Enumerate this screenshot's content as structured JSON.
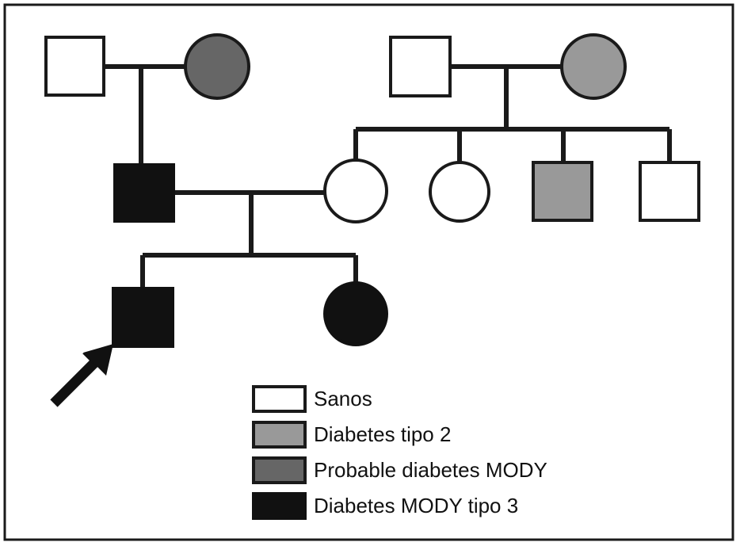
{
  "figure": {
    "type": "pedigree-chart",
    "title": "",
    "border_color": "#1a1a1a",
    "background": "#ffffff"
  },
  "palette": {
    "healthy": "#ffffff",
    "diabetes_type_2": "#999999",
    "probable_mody": "#666666",
    "mody_type_3": "#111111",
    "stroke": "#1a1a1a"
  },
  "legend": {
    "items": [
      {
        "label": "Sanos",
        "color": "#ffffff"
      },
      {
        "label": "Diabetes tipo 2",
        "color": "#999999"
      },
      {
        "label": "Probable diabetes MODY",
        "color": "#666666"
      },
      {
        "label": "Diabetes MODY tipo 3",
        "color": "#111111"
      }
    ]
  },
  "pedigree": {
    "generations": [
      {
        "id": "I",
        "individuals": [
          {
            "id": "I-1",
            "sex": "male",
            "shape": "square",
            "status": "Sanos",
            "color": "#ffffff"
          },
          {
            "id": "I-2",
            "sex": "female",
            "shape": "circle",
            "status": "Probable diabetes MODY",
            "color": "#666666"
          },
          {
            "id": "I-3",
            "sex": "male",
            "shape": "square",
            "status": "Sanos",
            "color": "#ffffff"
          },
          {
            "id": "I-4",
            "sex": "female",
            "shape": "circle",
            "status": "Diabetes tipo 2",
            "color": "#999999"
          }
        ]
      },
      {
        "id": "II",
        "individuals": [
          {
            "id": "II-1",
            "sex": "male",
            "shape": "square",
            "status": "Diabetes MODY tipo 3",
            "color": "#111111"
          },
          {
            "id": "II-2",
            "sex": "female",
            "shape": "circle",
            "status": "Sanos",
            "color": "#ffffff"
          },
          {
            "id": "II-3",
            "sex": "female",
            "shape": "circle",
            "status": "Sanos",
            "color": "#ffffff"
          },
          {
            "id": "II-4",
            "sex": "male",
            "shape": "square",
            "status": "Diabetes tipo 2",
            "color": "#999999"
          },
          {
            "id": "II-5",
            "sex": "male",
            "shape": "square",
            "status": "Sanos",
            "color": "#ffffff"
          }
        ]
      },
      {
        "id": "III",
        "individuals": [
          {
            "id": "III-1",
            "sex": "male",
            "shape": "square",
            "status": "Diabetes MODY tipo 3",
            "color": "#111111",
            "proband": true
          },
          {
            "id": "III-2",
            "sex": "female",
            "shape": "circle",
            "status": "Diabetes MODY tipo 3",
            "color": "#111111",
            "proband": false
          }
        ]
      }
    ],
    "proband_marker": "arrow"
  }
}
